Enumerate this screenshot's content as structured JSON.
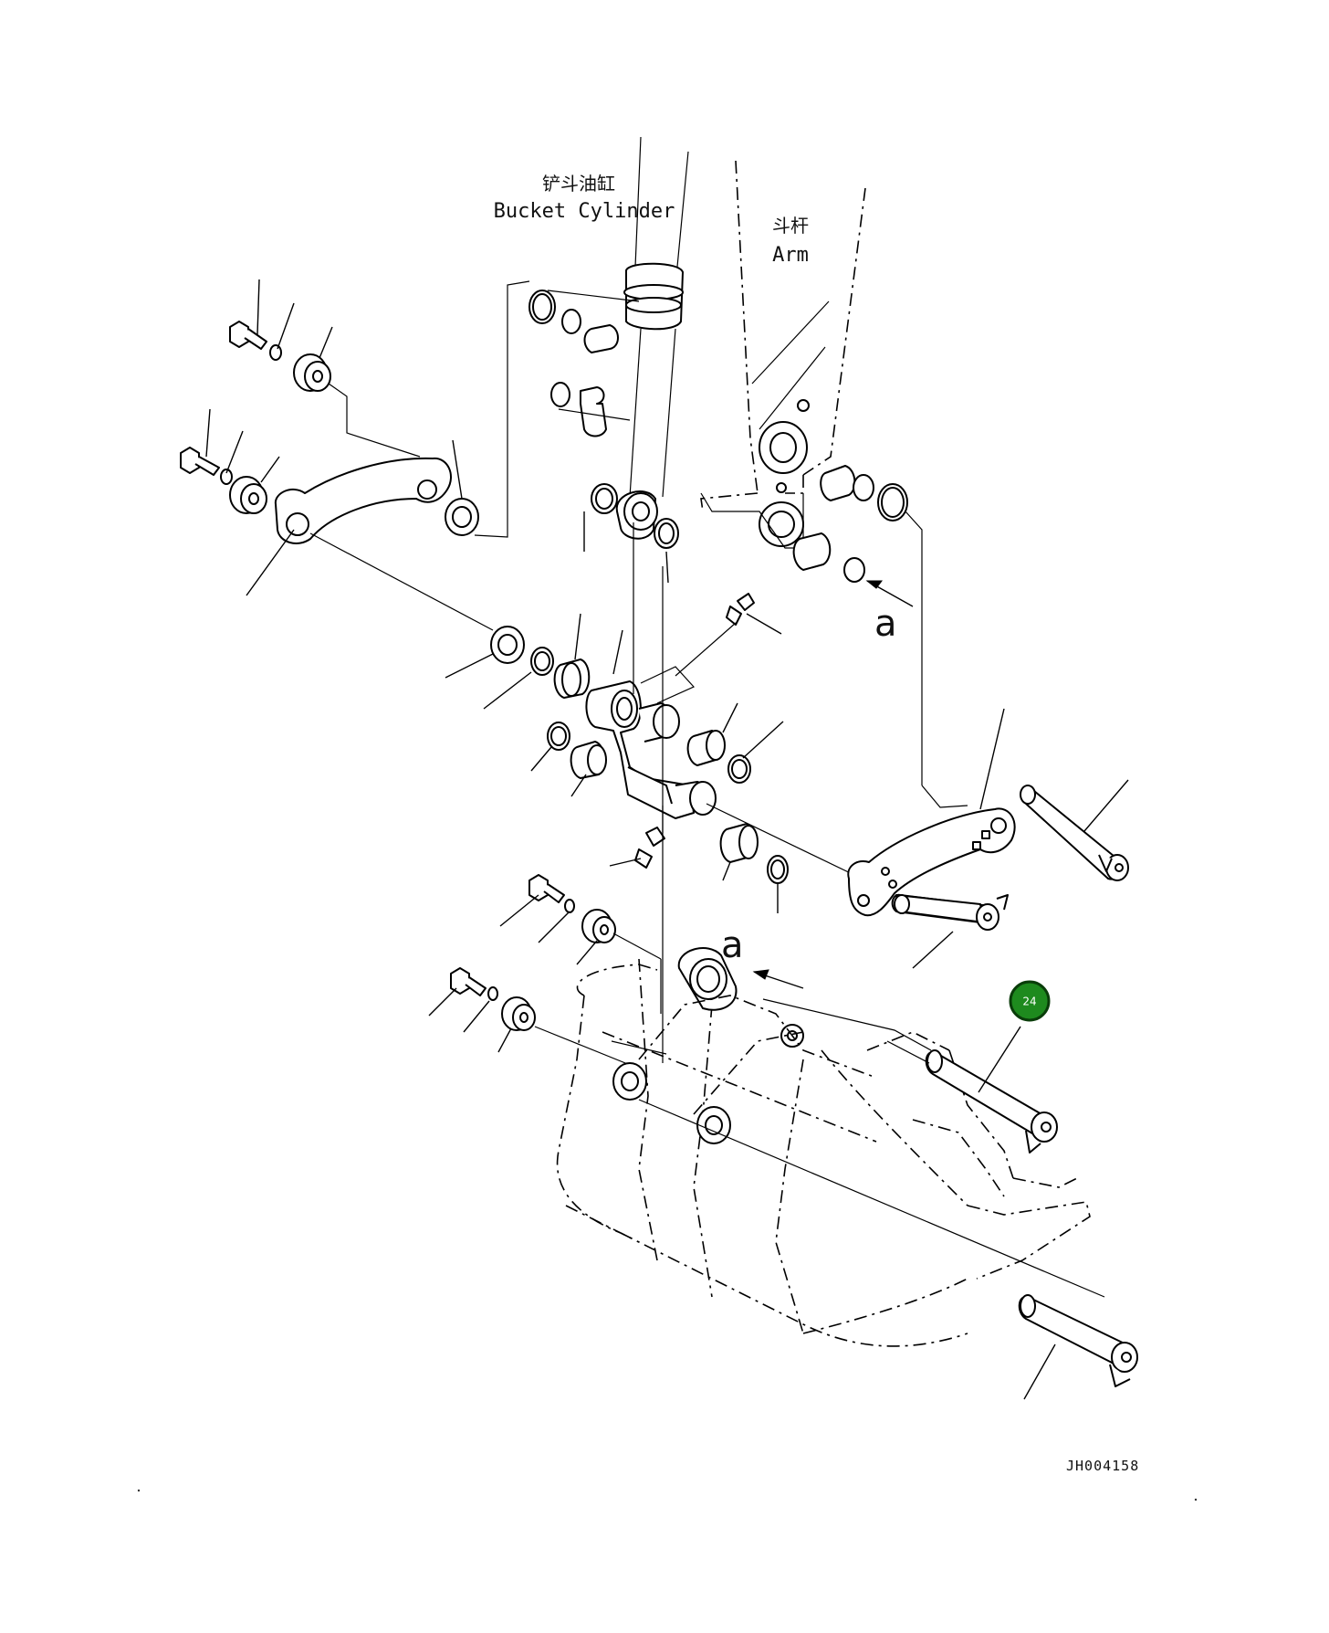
{
  "labels": {
    "bucket_cylinder_cn": "铲斗油缸",
    "bucket_cylinder_en": "Bucket Cylinder",
    "arm_cn": "斗杆",
    "arm_en": "Arm",
    "view_arrow_upper": "a",
    "view_arrow_lower": "a",
    "drawing_code": "JH004158"
  },
  "callouts": [
    {
      "number": "24",
      "color": "#1e8a1e"
    }
  ]
}
